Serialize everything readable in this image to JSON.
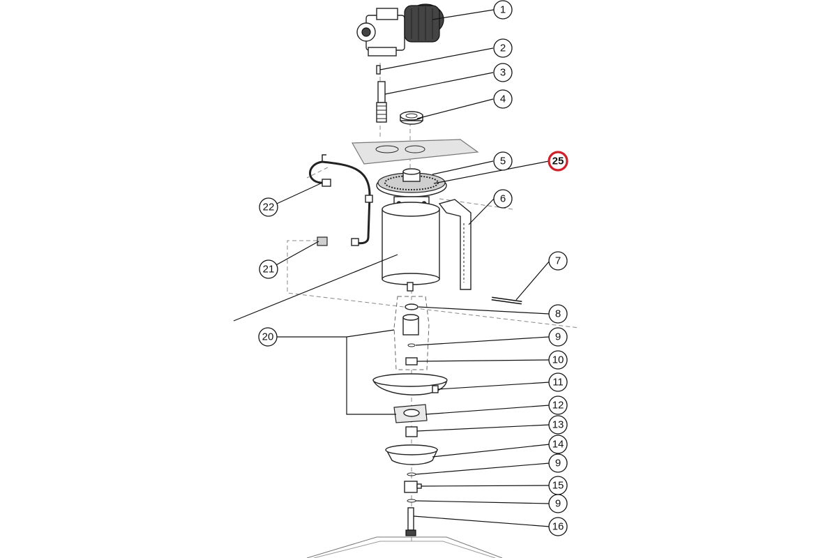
{
  "highlight_color": "#d0202a",
  "callouts": [
    {
      "label": "1",
      "highlight": false
    },
    {
      "label": "2",
      "highlight": false
    },
    {
      "label": "3",
      "highlight": false
    },
    {
      "label": "4",
      "highlight": false
    },
    {
      "label": "5",
      "highlight": false
    },
    {
      "label": "25",
      "highlight": true
    },
    {
      "label": "6",
      "highlight": false
    },
    {
      "label": "7",
      "highlight": false
    },
    {
      "label": "22",
      "highlight": false
    },
    {
      "label": "21",
      "highlight": false
    },
    {
      "label": "8",
      "highlight": false
    },
    {
      "label": "9",
      "highlight": false
    },
    {
      "label": "10",
      "highlight": false
    },
    {
      "label": "20",
      "highlight": false
    },
    {
      "label": "11",
      "highlight": false
    },
    {
      "label": "12",
      "highlight": false
    },
    {
      "label": "13",
      "highlight": false
    },
    {
      "label": "14",
      "highlight": false
    },
    {
      "label": "9",
      "highlight": false
    },
    {
      "label": "15",
      "highlight": false
    },
    {
      "label": "9",
      "highlight": false
    },
    {
      "label": "16",
      "highlight": false
    }
  ]
}
